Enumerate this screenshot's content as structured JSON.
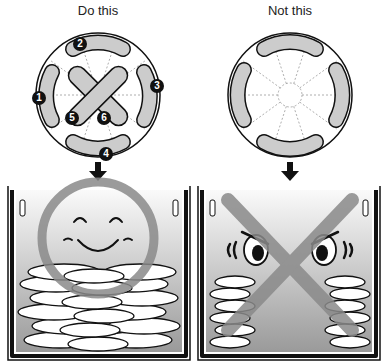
{
  "diagram": {
    "labels": [
      "Do this",
      "Not this",
      "1",
      "2",
      "3",
      "4",
      "5",
      "6"
    ]
  }
}
